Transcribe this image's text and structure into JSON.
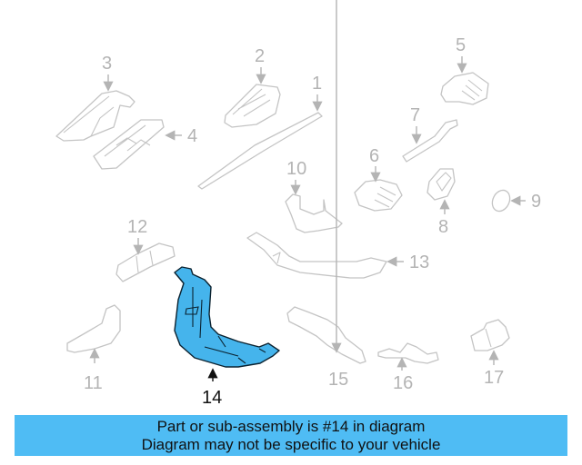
{
  "diagram": {
    "highlighted_part": "14",
    "highlight_color": "#45b4ec",
    "parts": [
      {
        "number": "1"
      },
      {
        "number": "2"
      },
      {
        "number": "3"
      },
      {
        "number": "4"
      },
      {
        "number": "5"
      },
      {
        "number": "6"
      },
      {
        "number": "7"
      },
      {
        "number": "8"
      },
      {
        "number": "9"
      },
      {
        "number": "10"
      },
      {
        "number": "11"
      },
      {
        "number": "12"
      },
      {
        "number": "13"
      },
      {
        "number": "14"
      },
      {
        "number": "15"
      },
      {
        "number": "16"
      },
      {
        "number": "17"
      }
    ]
  },
  "banner": {
    "line1": "Part or sub-assembly is #14 in diagram",
    "line2": "Diagram may not be specific to your vehicle",
    "background": "#4fbcf4"
  }
}
